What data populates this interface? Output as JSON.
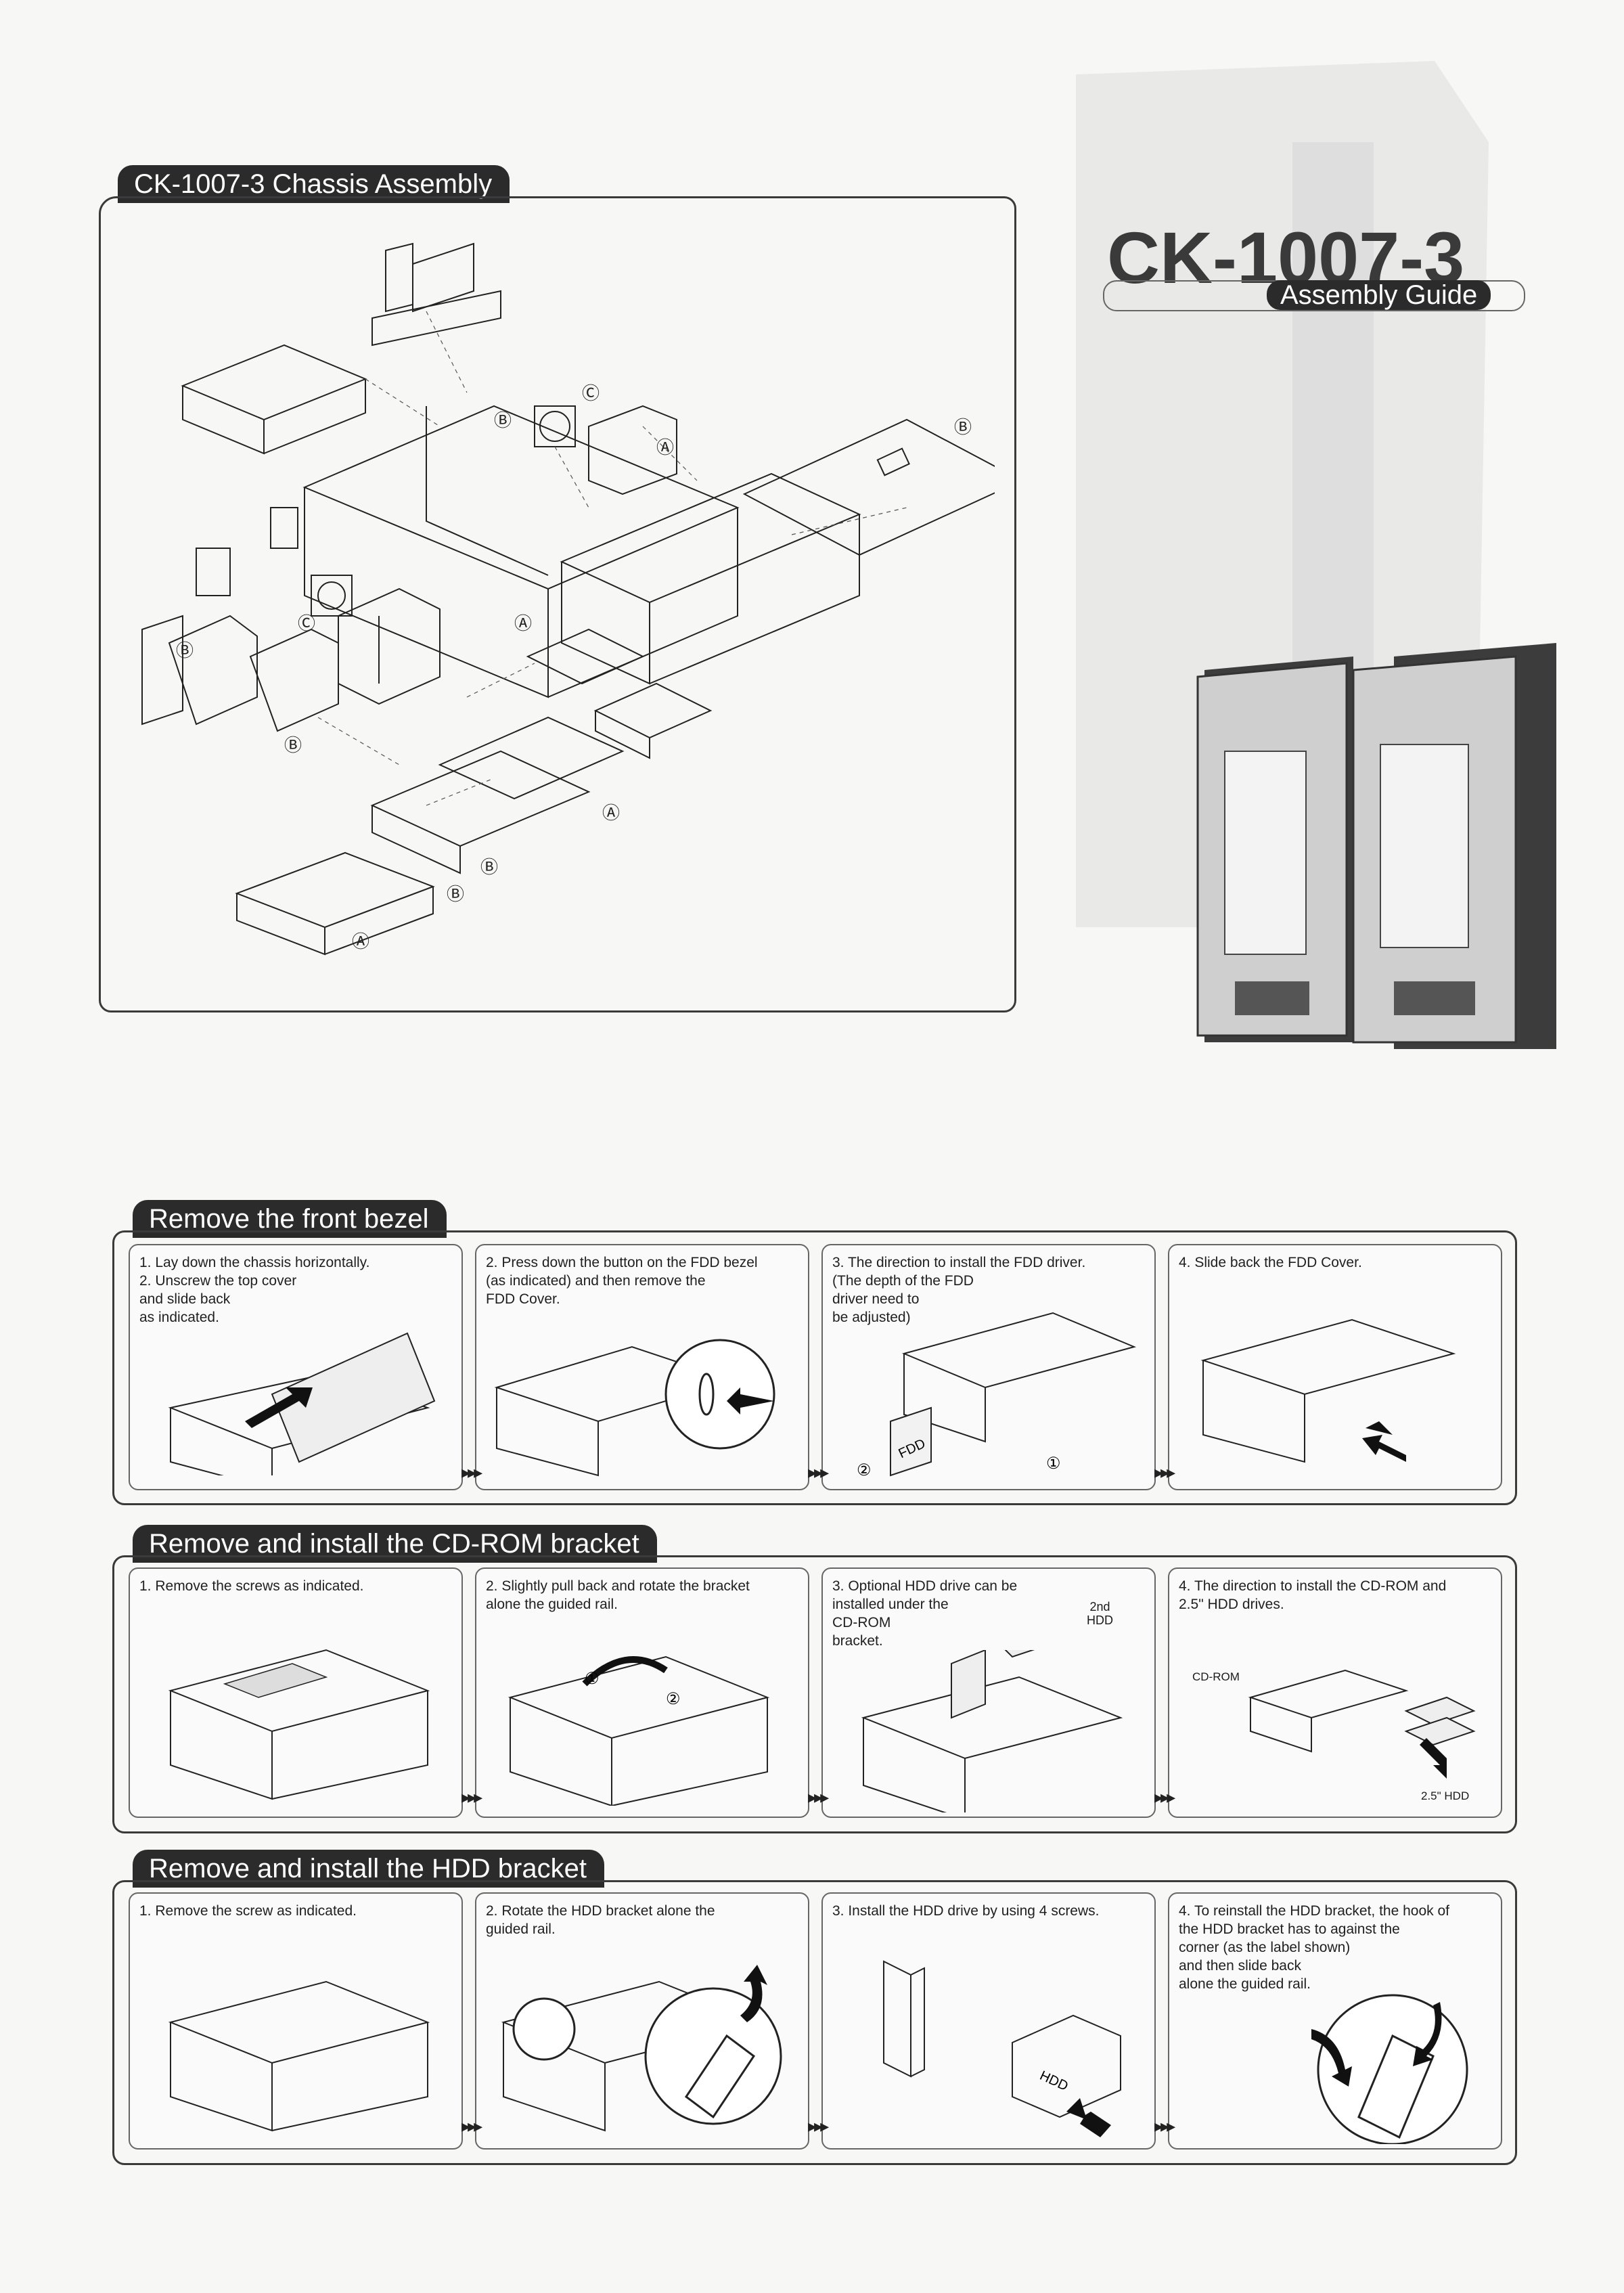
{
  "assembly": {
    "title": "CK-1007-3 Chassis Assembly",
    "labels": {
      "a": "Ⓐ",
      "b": "Ⓑ",
      "c": "Ⓒ"
    }
  },
  "product": {
    "model": "CK-1007-3",
    "subtitle": "Assembly Guide"
  },
  "sections": [
    {
      "title": "Remove the front bezel",
      "steps": [
        "1. Lay down the chassis horizontally.\n2. Unscrew the top cover\n    and slide back\n    as indicated.",
        "2. Press down the button on the FDD bezel\n    (as indicated) and then remove the\n    FDD Cover.",
        "3. The direction to install the FDD driver.\n    (The depth of the FDD\n    driver need to\n    be adjusted)",
        "4. Slide back the FDD Cover."
      ],
      "labels": {
        "fdd": "FDD",
        "one": "①",
        "two": "②"
      }
    },
    {
      "title": "Remove and install the CD-ROM bracket",
      "steps": [
        "1. Remove the screws as indicated.",
        "2. Slightly pull back and rotate the bracket\n    alone the guided rail.",
        "3. Optional HDD drive can be\n    installed under the\n    CD-ROM\n    bracket.",
        "4. The direction to install the CD-ROM and\n    2.5\" HDD drives."
      ],
      "labels": {
        "second_hdd": "2nd\nHDD",
        "cdrom": "CD-ROM",
        "hdd25": "2.5\" HDD",
        "one": "①",
        "two": "②"
      }
    },
    {
      "title": "Remove and install the HDD bracket",
      "steps": [
        "1. Remove the screw as indicated.",
        "2. Rotate the HDD bracket alone the\n    guided rail.",
        "3. Install the HDD drive by using 4 screws.",
        "4. To reinstall the HDD bracket, the hook of\n    the HDD bracket has to against the\n    corner (as the label shown)\n    and then slide back\n    alone the guided rail."
      ],
      "labels": {
        "hdd": "HDD"
      }
    }
  ],
  "arrow_glyph": "▸▸▸",
  "colors": {
    "tab": "#2b2b2b",
    "frame": "#3a3a3a",
    "tower_front": "#cfcfcf",
    "tower_side": "#3c3c3c"
  }
}
